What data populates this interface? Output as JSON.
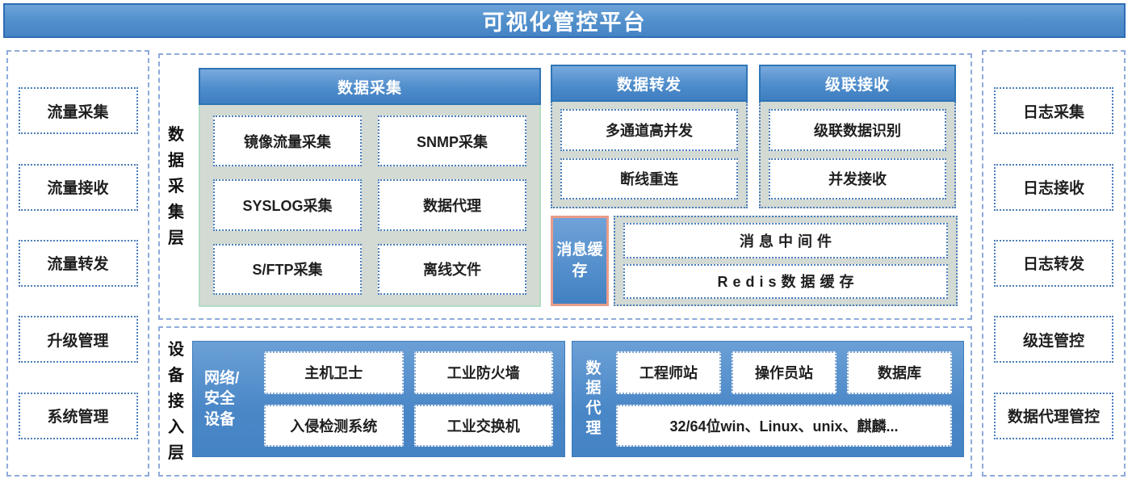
{
  "banner": {
    "title": "可视化管控平台"
  },
  "left_column": {
    "items": [
      "流量采集",
      "流量接收",
      "流量转发",
      "升级管理",
      "系统管理"
    ]
  },
  "right_column": {
    "items": [
      "日志采集",
      "日志接收",
      "日志转发",
      "级连管控",
      "数据代理管控"
    ]
  },
  "collection_layer": {
    "label": "数据采集层",
    "data_collect": {
      "title": "数据采集",
      "items": [
        "镜像流量采集",
        "SNMP采集",
        "SYSLOG采集",
        "数据代理",
        "S/FTP采集",
        "离线文件"
      ]
    },
    "data_forward": {
      "title": "数据转发",
      "items": [
        "多通道高并发",
        "断线重连"
      ]
    },
    "cascade_receive": {
      "title": "级联接收",
      "items": [
        "级联数据识别",
        "并发接收"
      ]
    },
    "message_cache": {
      "title": "消息缓存",
      "items": [
        "消息中间件",
        "Redis数据缓存"
      ]
    }
  },
  "access_layer": {
    "label": "设备接入层",
    "network_security": {
      "title": "网络/\n安全\n设备",
      "items": [
        "主机卫士",
        "工业防火墙",
        "入侵检测系统",
        "工业交换机"
      ]
    },
    "data_agent": {
      "title": "数据代理",
      "items": [
        "工程师站",
        "操作员站",
        "数据库",
        "32/64位win、Linux、unix、麒麟..."
      ]
    }
  },
  "colors": {
    "banner_blue_top": "#6FA3D9",
    "banner_blue_bottom": "#4583C5",
    "banner_border": "#2E6CB5",
    "header_blue_top": "#79AADD",
    "header_blue_bottom": "#3E7FC1",
    "header_border": "#2E75B6",
    "panel_blue": "#4A87C7",
    "body_gray": "#D3D9D3",
    "body_green_border": "#B2DCC1",
    "dashed_container_border": "#8FAADC",
    "dotted_box_border": "#4A7EBB",
    "message_cache_border": "#E89C8B",
    "text_dark": "#1f1f1f",
    "text_white": "#ffffff"
  }
}
